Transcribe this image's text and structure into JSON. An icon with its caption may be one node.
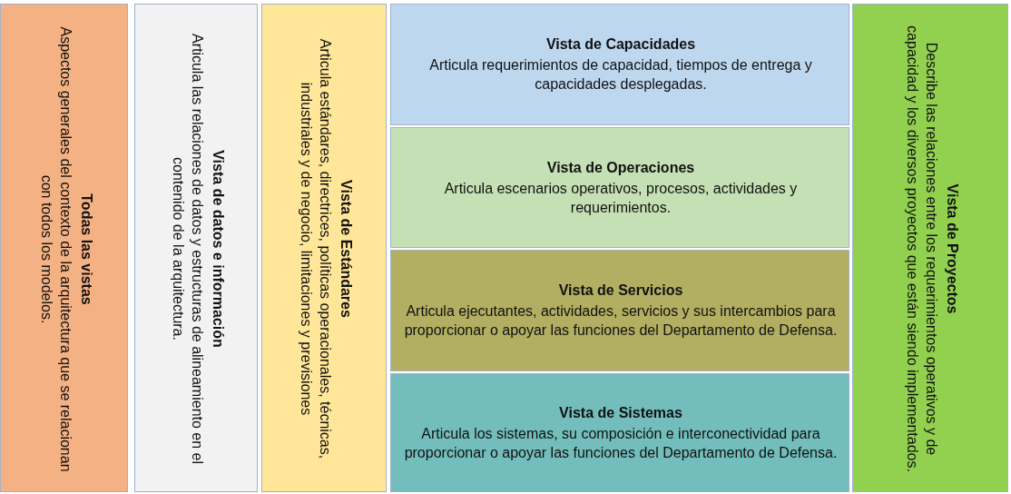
{
  "diagram": {
    "nodes": [
      {
        "text": [
          "Todas las vistas",
          "Aspectos generales del contexto de la arquitectura que se relacionan con todos los modelos."
        ]
      },
      {
        "text": [
          "Vista de datos e información",
          "Articula las relaciones de datos y estructuras de alineamiento en el contenido de la arquitectura."
        ]
      },
      {
        "text": [
          "Vista de Estándares",
          "Articula estándares, directrices, políticas operacionales, técnicas, industriales y de negocio, limitaciones y previsiones"
        ]
      },
      {
        "text": [
          "Vista de Capacidades",
          "Articula requerimientos de capacidad, tiempos de entrega y capacidades desplegadas."
        ]
      },
      {
        "text": [
          "Vista de Operaciones",
          "Articula escenarios operativos, procesos, actividades y requerimientos."
        ]
      },
      {
        "text": [
          "Vista de Servicios",
          "Articula ejecutantes, actividades, servicios y sus intercambios para proporcionar o apoyar las funciones del Departamento de Defensa."
        ]
      },
      {
        "text": [
          "Vista de Sistemas",
          "Articula los sistemas, su composición e interconectividad para proporcionar o apoyar las funciones del Departamento de Defensa."
        ]
      },
      {
        "text": [
          "Vista de Proyectos",
          "Describe las relaciones entre los requerimientos operativos y de capacidad y los diversos proyectos que están siendo implementados."
        ]
      }
    ]
  }
}
